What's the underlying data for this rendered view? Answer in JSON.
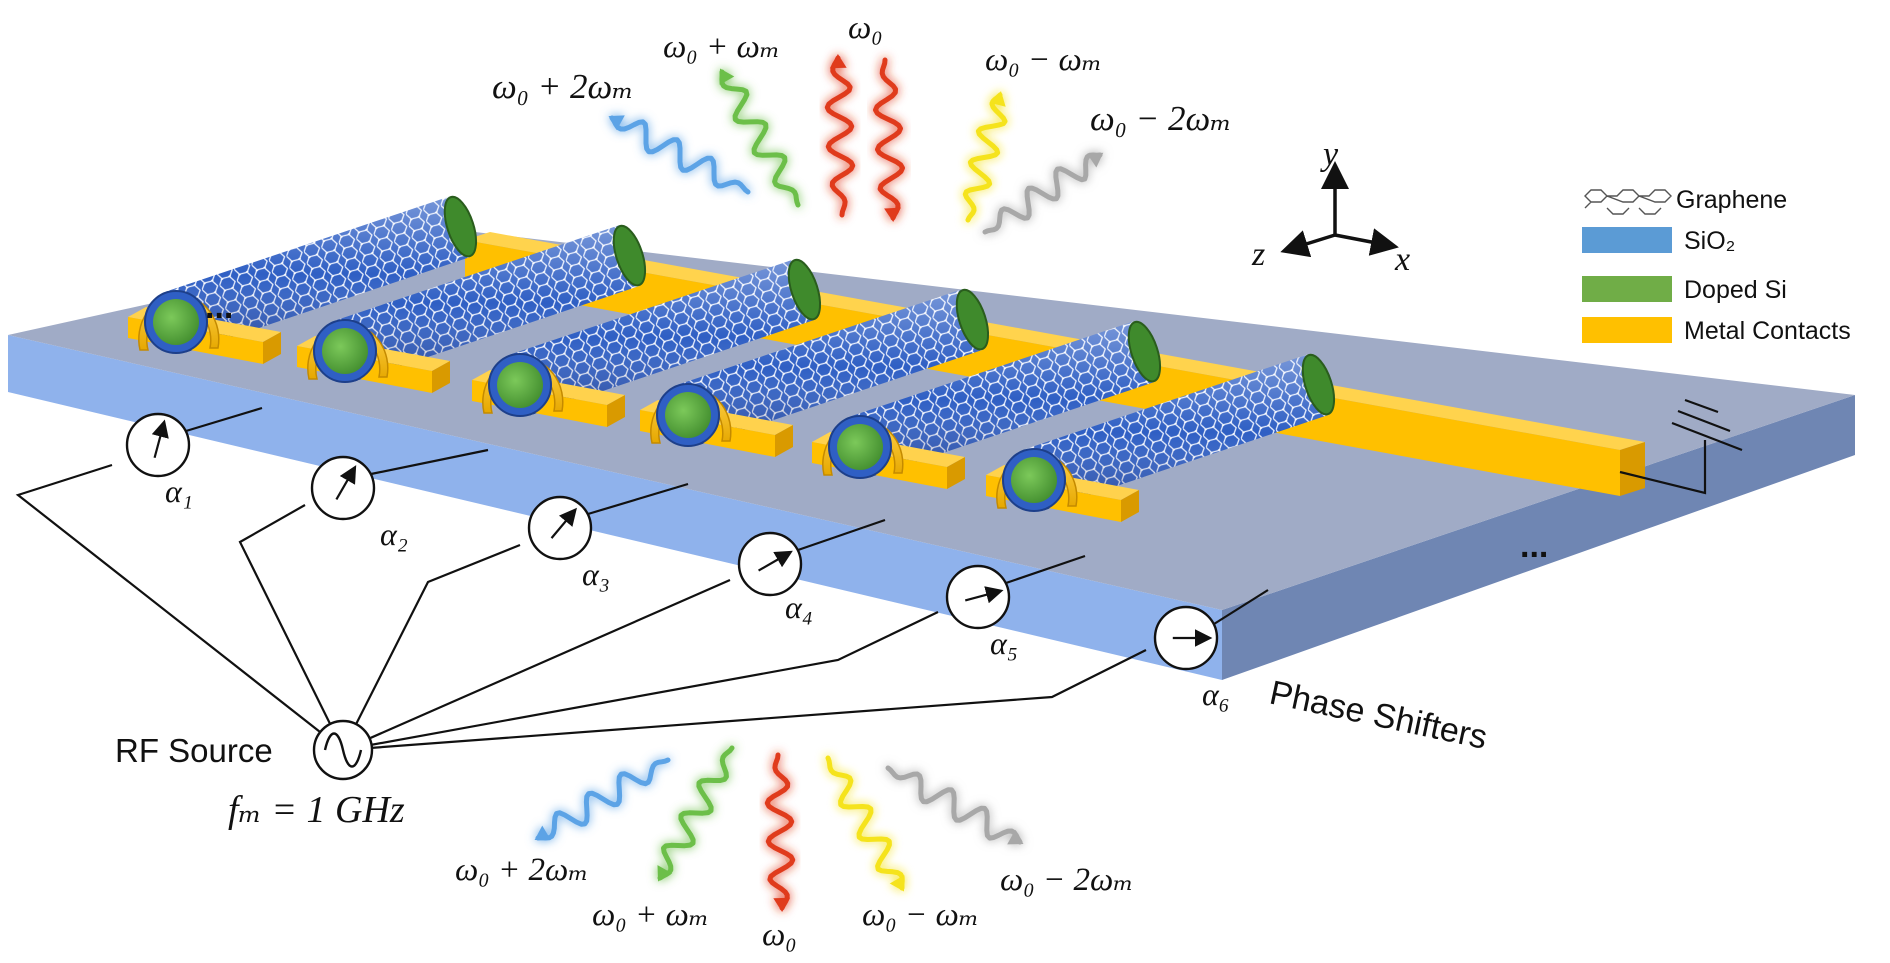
{
  "legend": {
    "items": [
      {
        "label": "Graphene",
        "swatch": "graphene-pattern"
      },
      {
        "label": "SiO₂",
        "swatch": "#5b9bd5"
      },
      {
        "label": "Doped Si",
        "swatch": "#70ad47"
      },
      {
        "label": "Metal Contacts",
        "swatch": "#ffc000"
      }
    ]
  },
  "axes": {
    "y": "y",
    "z": "z",
    "x": "x"
  },
  "labels": {
    "rf_source": "RF Source",
    "frequency": "fₘ = 1 GHz",
    "phase_shifters": "Phase Shifters",
    "ellipsis": "..."
  },
  "phase_labels": [
    "α₁",
    "α₂",
    "α₃",
    "α₄",
    "α₅",
    "α₆"
  ],
  "top_waves": [
    {
      "label": "ω₀ + 2ωₘ",
      "color": "#5ba3e6"
    },
    {
      "label": "ω₀ + ωₘ",
      "color": "#6cbf4a"
    },
    {
      "label": "ω₀",
      "color": "#e03a1e"
    },
    {
      "label": "ω₀ − ωₘ",
      "color": "#f5e31a"
    },
    {
      "label": "ω₀ − 2ωₘ",
      "color": "#a8a8a8"
    }
  ],
  "bottom_waves": [
    {
      "label": "ω₀ + 2ωₘ",
      "color": "#5ba3e6"
    },
    {
      "label": "ω₀ + ωₘ",
      "color": "#6cbf4a"
    },
    {
      "label": "ω₀",
      "color": "#e03a1e"
    },
    {
      "label": "ω₀ − ωₘ",
      "color": "#f5e31a"
    },
    {
      "label": "ω₀ − 2ωₘ",
      "color": "#a8a8a8"
    }
  ],
  "colors": {
    "substrate_top": "#9eaac4",
    "substrate_front": "#7fa6e8",
    "substrate_side": "#6e84b0",
    "metal": "#ffc000",
    "metal_dark": "#d99a00",
    "doped_si": "#5aa641",
    "graphene": "#3f6fd0"
  }
}
